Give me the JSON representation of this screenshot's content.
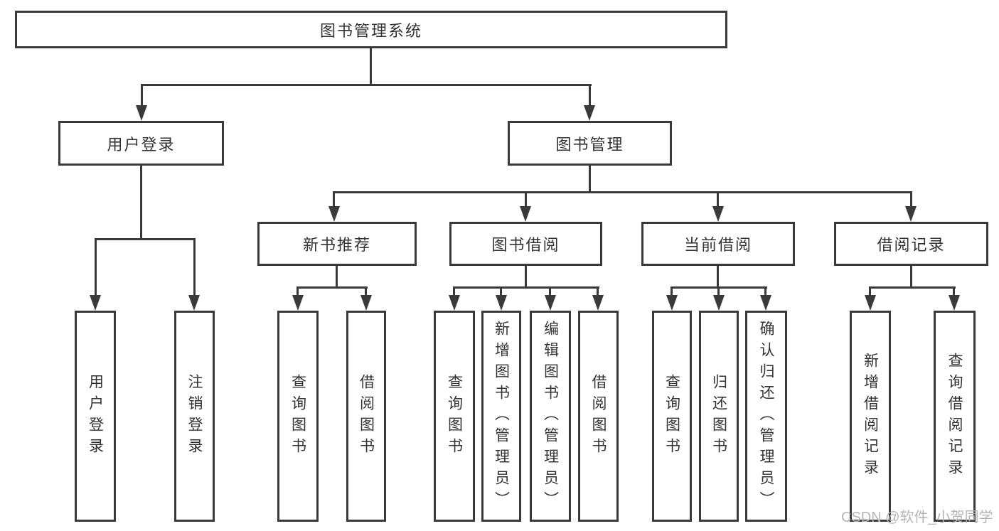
{
  "nodes": {
    "root": "图书管理系统",
    "user_login": "用户登录",
    "book_management": "图书管理",
    "new_book_recommend": "新书推荐",
    "book_borrow": "图书借阅",
    "current_borrow": "当前借阅",
    "borrow_records": "借阅记录",
    "leaf_user_login": "用户登录",
    "leaf_logout": "注销登录",
    "leaf_nb_query_book": "查询图书",
    "leaf_nb_borrow_book": "借阅图书",
    "leaf_bb_query_book": "查询图书",
    "leaf_bb_add_book": "新增图书（管理员）",
    "leaf_bb_edit_book": "编辑图书（管理员）",
    "leaf_bb_borrow_book": "借阅图书",
    "leaf_cb_query_book": "查询图书",
    "leaf_cb_return_book": "归还图书",
    "leaf_cb_confirm_return": "确认归还（管理员）",
    "leaf_br_add_record": "新增借阅记录",
    "leaf_br_query_record": "查询借阅记录"
  },
  "watermark": "CSDN @软件_小贺同学",
  "colors": {
    "line": "#3a3a3a",
    "text": "#333333",
    "watermark_text": "#b5b5b5",
    "background": "#ffffff"
  }
}
